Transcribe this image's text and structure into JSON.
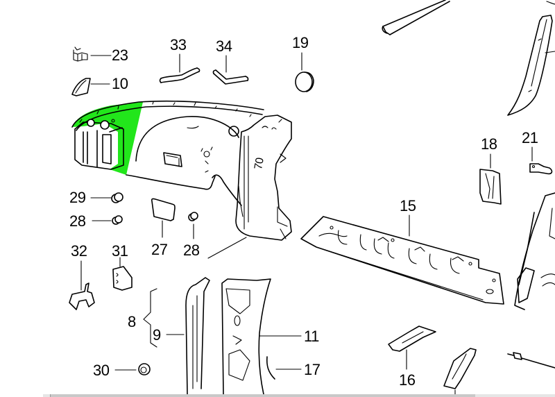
{
  "diagram": {
    "title": "",
    "highlight_color": "#22e61b",
    "line_color": "#000000",
    "background": "#ffffff",
    "callouts": [
      {
        "id": "23",
        "text": "23"
      },
      {
        "id": "10",
        "text": "10"
      },
      {
        "id": "33",
        "text": "33"
      },
      {
        "id": "34",
        "text": "34"
      },
      {
        "id": "19",
        "text": "19"
      },
      {
        "id": "18",
        "text": "18"
      },
      {
        "id": "21",
        "text": "21"
      },
      {
        "id": "29",
        "text": "29"
      },
      {
        "id": "28a",
        "text": "28"
      },
      {
        "id": "27",
        "text": "27"
      },
      {
        "id": "28b",
        "text": "28"
      },
      {
        "id": "32",
        "text": "32"
      },
      {
        "id": "31",
        "text": "31"
      },
      {
        "id": "15",
        "text": "15"
      },
      {
        "id": "8",
        "text": "8"
      },
      {
        "id": "9",
        "text": "9"
      },
      {
        "id": "11",
        "text": "11"
      },
      {
        "id": "17",
        "text": "17"
      },
      {
        "id": "30",
        "text": "30"
      },
      {
        "id": "16",
        "text": "16"
      }
    ],
    "part_stamp": "70"
  },
  "scrollbar": {
    "orientation": "horizontal",
    "thumb_fraction": 0.83,
    "position_fraction": 0.014
  }
}
